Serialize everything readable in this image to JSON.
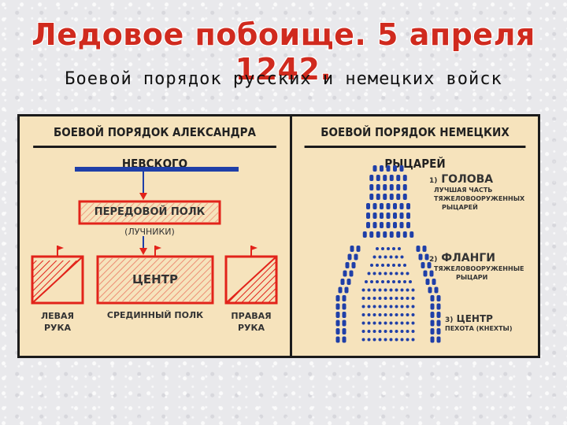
{
  "title": "Ледовое побоище. 5 апреля 1242.",
  "subtitle": "Боевой порядок русских и немецких войск",
  "left_panel": {
    "header": "БОЕВОЙ ПОРЯДОК АЛЕКСАНДРА НЕВСКОГО",
    "vanguard": "ПЕРЕДОВОЙ ПОЛК",
    "vanguard_note": "(ЛУЧНИКИ)",
    "center": "ЦЕНТР",
    "left_wing": [
      "ЛЕВАЯ",
      "РУКА"
    ],
    "center_caption": "СРЕДИННЫЙ ПОЛК",
    "right_wing": [
      "ПРАВАЯ",
      "РУКА"
    ]
  },
  "right_panel": {
    "header": "БОЕВОЙ ПОРЯДОК НЕМЕЦКИХ РЫЦАРЕЙ",
    "legend": [
      {
        "num": "1)",
        "name": "ГОЛОВА",
        "desc": [
          "ЛУЧШАЯ ЧАСТЬ",
          "ТЯЖЕЛОВООРУЖЕННЫХ",
          "РЫЦАРЕЙ"
        ]
      },
      {
        "num": "2)",
        "name": "ФЛАНГИ",
        "desc": [
          "ТЯЖЕЛОВООРУЖЕННЫЕ",
          "РЫЦАРИ"
        ]
      },
      {
        "num": "3)",
        "name": "ЦЕНТР",
        "desc": [
          "ПЕХОТА (КНЕХТЫ)"
        ]
      }
    ]
  },
  "colors": {
    "title": "#d02a1e",
    "red": "#e2231a",
    "blue": "#1f3fa8",
    "panel": "#f6e3bc"
  }
}
